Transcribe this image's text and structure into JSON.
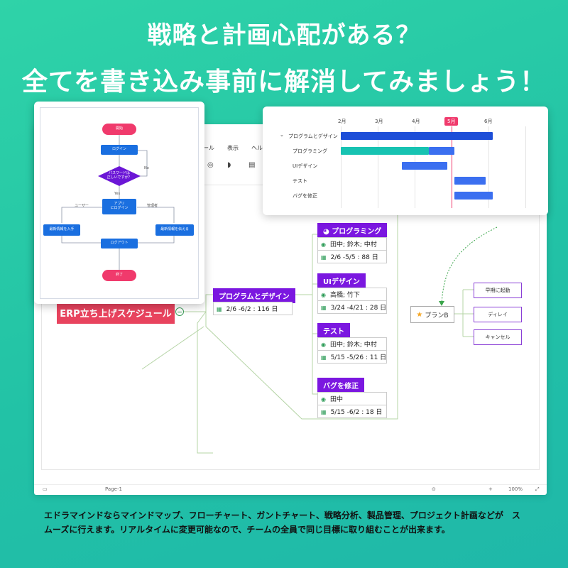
{
  "headline": {
    "line1": "戦略と計画心配がある？",
    "line2": "全てを書き込み事前に解消してみましょう！"
  },
  "app": {
    "menu": [
      "ール",
      "表示",
      "ヘル"
    ],
    "status_left": "Page-1",
    "status_zoom": "100%"
  },
  "flowchart": {
    "start": "開始",
    "login": "ログイン",
    "question": "パスワードは\n正しいですか？",
    "no": "No",
    "yes": "Yes",
    "app_login": "アプリ\nにログイン",
    "user": "ユーザー",
    "admin": "管理者",
    "left_action": "最新情報を入手",
    "right_action": "最新情報を伝える",
    "logout": "ログアウト",
    "end": "終了"
  },
  "gantt": {
    "months": [
      "2月",
      "3月",
      "4月",
      "5月",
      "6月"
    ],
    "active_month": "5月",
    "tasks": [
      "プログラムとデザイン",
      "プログラミング",
      "UIデザイン",
      "テスト",
      "バグを修正"
    ]
  },
  "mindmap": {
    "root": "ERP立ち上げスケジュール",
    "main_topic": "プログラムとデザイン",
    "main_dates": "2/6 -6/2 : 116 日",
    "topics": [
      {
        "label": "プログラミング",
        "people": "田中; 鈴木; 中村",
        "dates": "2/6 -5/5 : 88 日"
      },
      {
        "label": "UIデザイン",
        "people": "高橋; 竹下",
        "dates": "3/24 -4/21 : 28 日"
      },
      {
        "label": "テスト",
        "people": "田中; 鈴木; 中村",
        "dates": "5/15 -5/26 : 11 日"
      },
      {
        "label": "バグを修正",
        "people": "田中",
        "dates": "5/15 -6/2 : 18 日"
      }
    ],
    "plan_b": "プランB",
    "options": [
      "早期に起動",
      "ディレイ",
      "キャンセル"
    ]
  },
  "footer": {
    "text": "エドラマインドならマインドマップ、フローチャート、ガントチャート、戦略分析、製品管理、プロジェクト計画などが　スムーズに行えます。リアルタイムに変更可能なので、チームの全員で同じ目標に取り組むことが出来ます。"
  },
  "colors": {
    "bg": "#22c2a6",
    "accent_purple": "#7b17e0",
    "root_red": "#e8435e",
    "flow_blue": "#1a6fe0",
    "flow_red": "#f03a6c",
    "gantt_blue": "#1d4ed8",
    "gantt_teal": "#17c3b2",
    "gantt_light_blue": "#3b6ff0"
  }
}
